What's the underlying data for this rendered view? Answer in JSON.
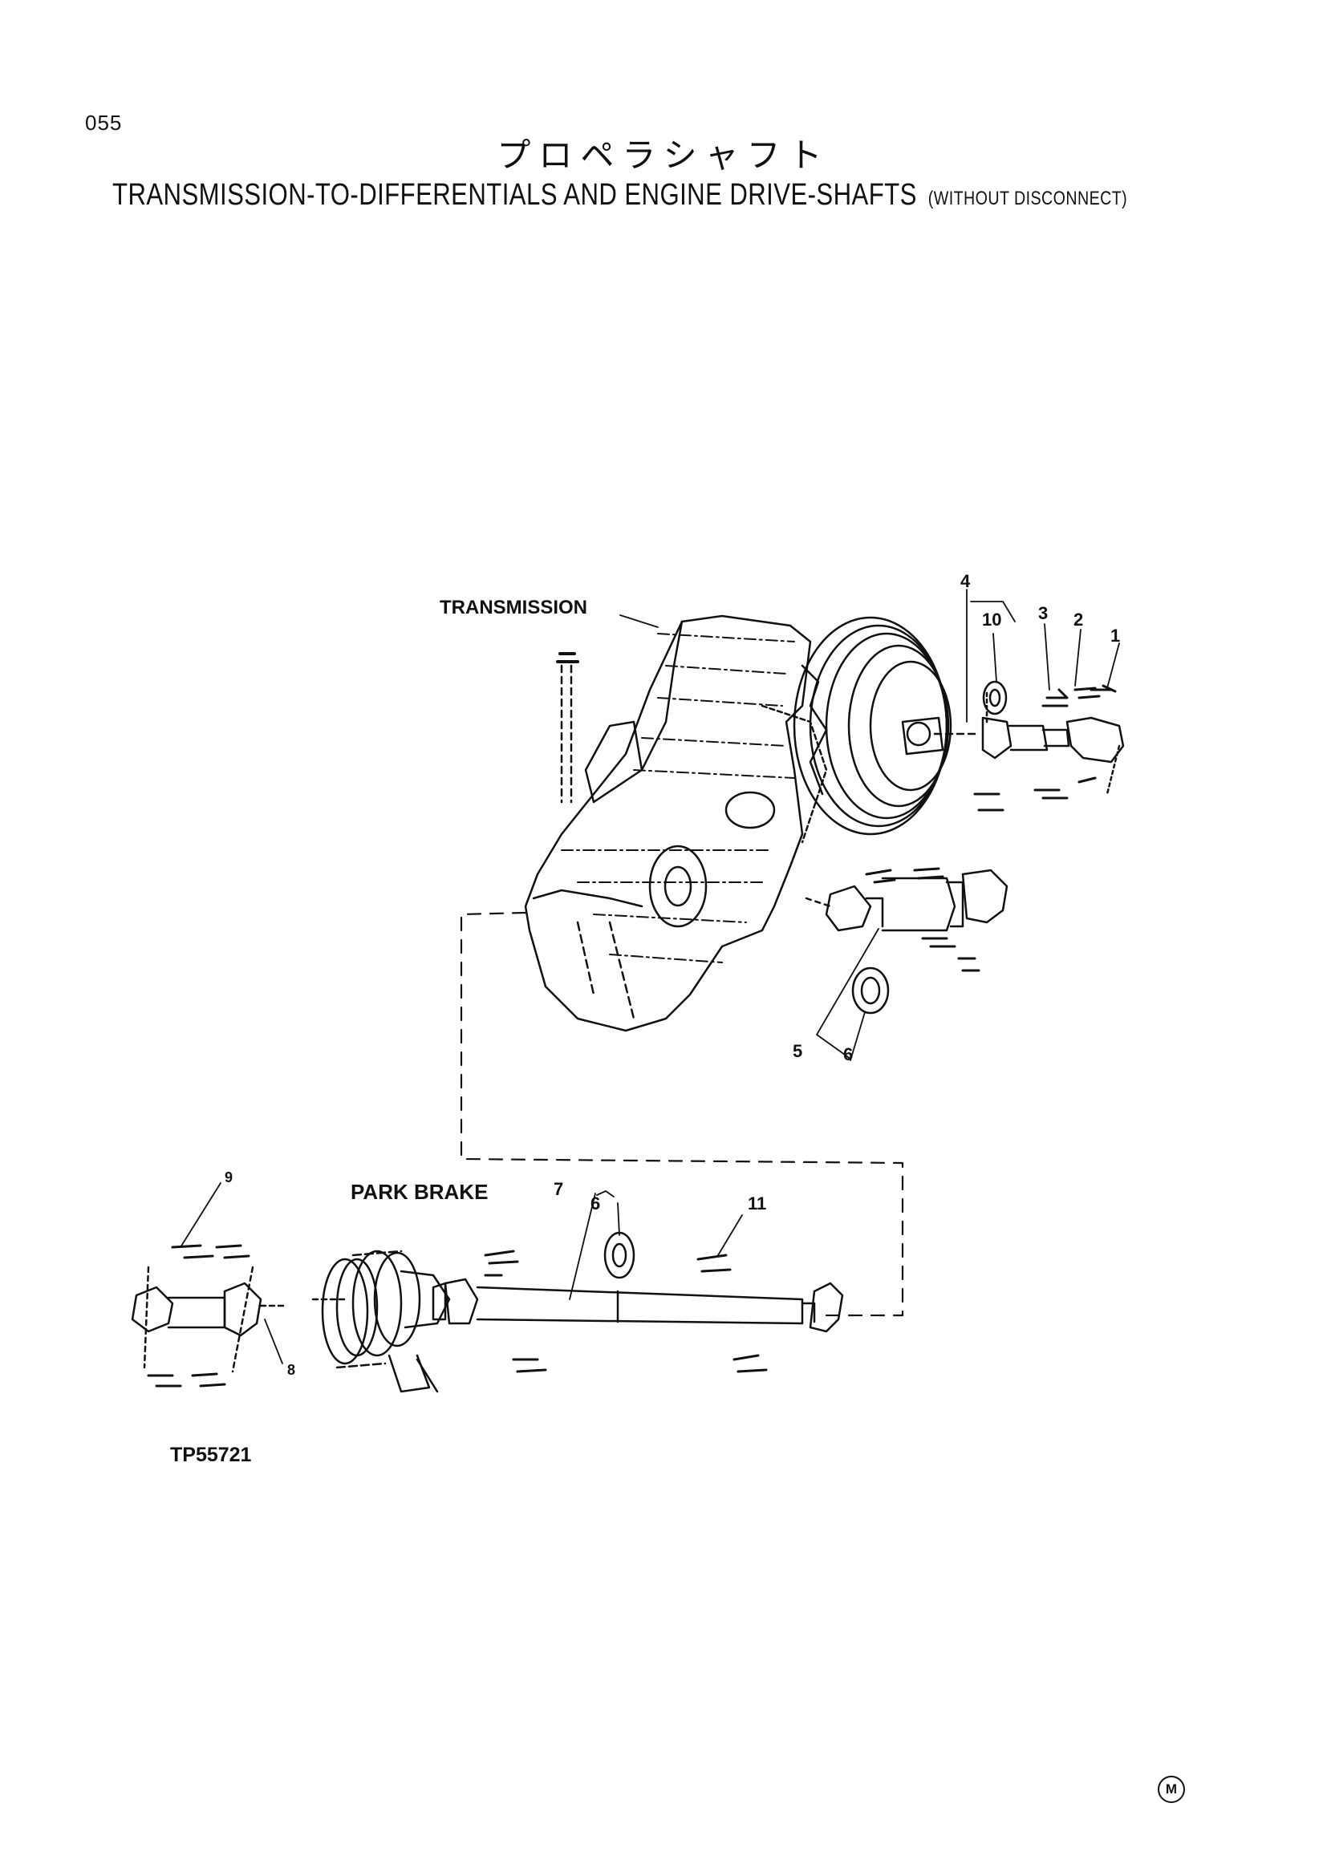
{
  "page_number": "055",
  "title_japanese": "プロペラシャフト",
  "title_english": "TRANSMISSION-TO-DIFFERENTIALS AND ENGINE DRIVE-SHAFTS",
  "title_english_sub": "(WITHOUT DISCONNECT)",
  "labels": {
    "transmission": "TRANSMISSION",
    "park_brake": "PARK BRAKE",
    "figure_code": "TP55721"
  },
  "callouts": [
    "1",
    "2",
    "3",
    "4",
    "5",
    "6",
    "6",
    "7",
    "8",
    "9",
    "10",
    "11"
  ],
  "corner_mark": "M",
  "colors": {
    "ink": "#111111",
    "paper": "#ffffff"
  }
}
